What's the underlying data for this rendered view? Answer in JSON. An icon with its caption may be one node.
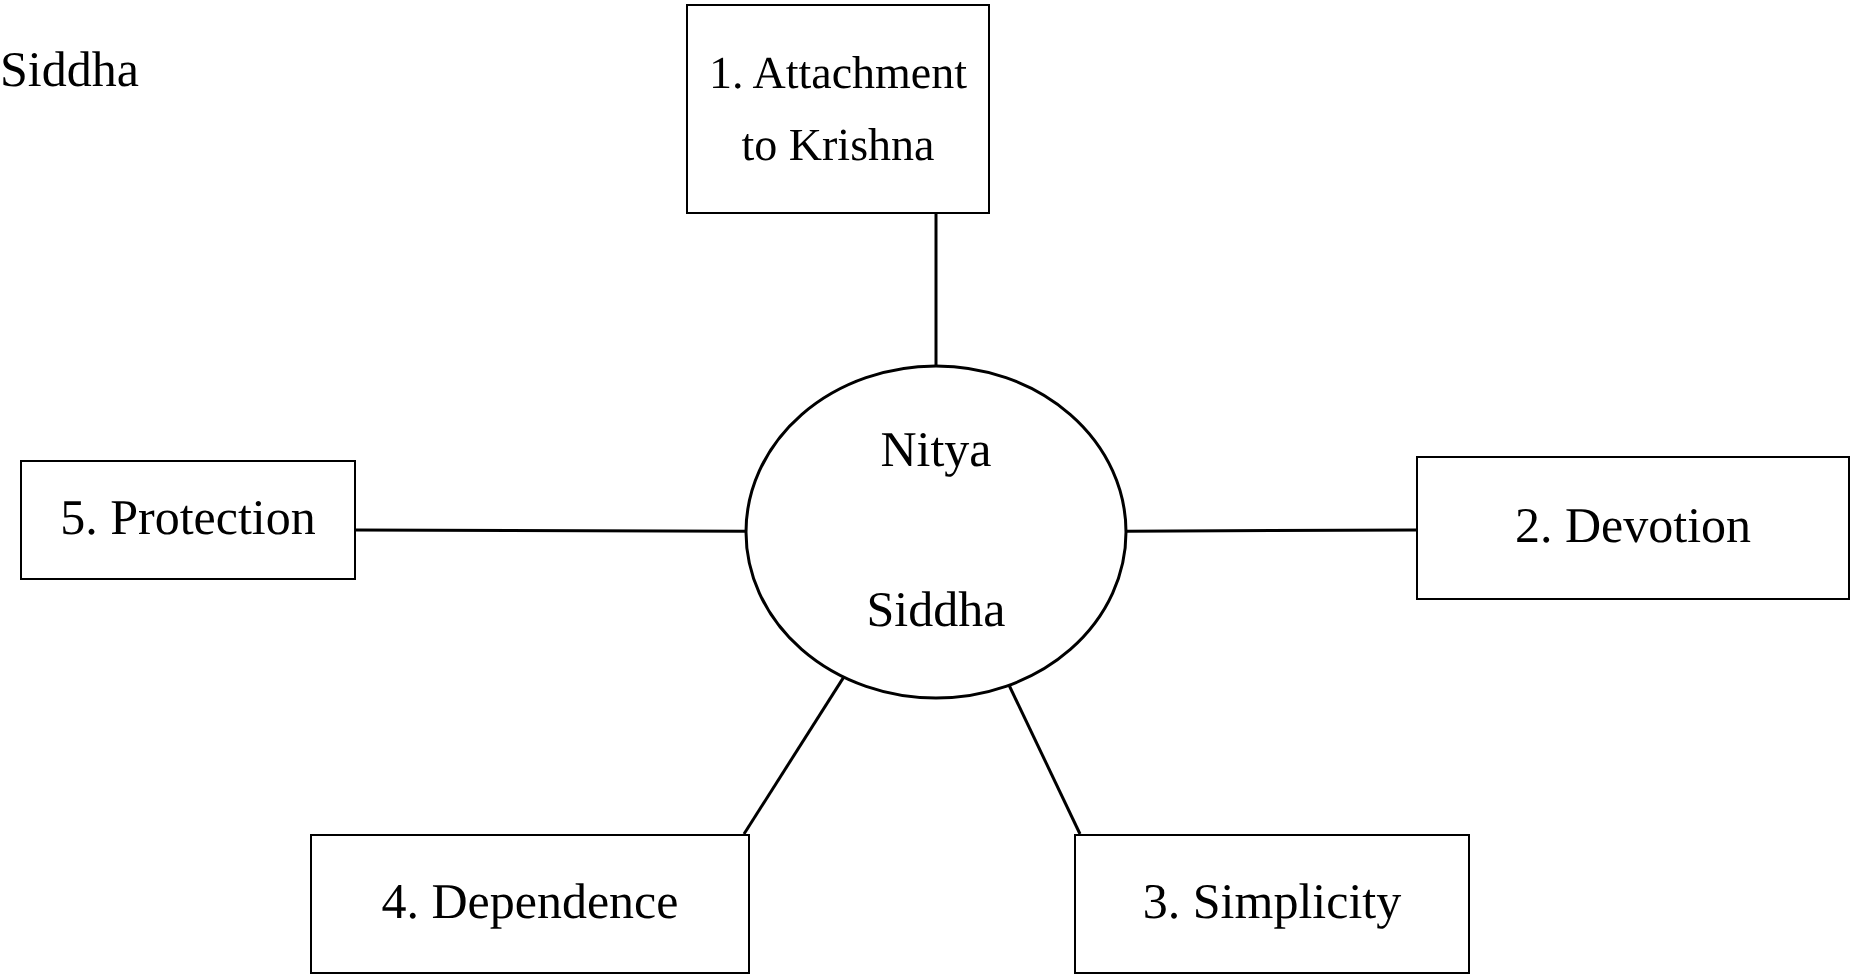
{
  "diagram": {
    "nodes": [
      {
        "text": [
          "1. Attachment to Krishna"
        ]
      },
      {
        "text": [
          "Nitya Siddha"
        ]
      },
      {
        "text": [
          "5. Protection"
        ]
      },
      {
        "text": [
          "2. Devotion"
        ]
      },
      {
        "text": [
          "4. Dependence"
        ]
      },
      {
        "text": [
          "3. Simplicity"
        ]
      }
    ],
    "edges": [
      {
        "from": 1,
        "to": 0,
        "arrow": "none"
      },
      {
        "from": 1,
        "to": 2,
        "arrow": "none"
      },
      {
        "from": 1,
        "to": 3,
        "arrow": "none"
      },
      {
        "from": 1,
        "to": 4,
        "arrow": "none"
      },
      {
        "from": 1,
        "to": 5,
        "arrow": "none"
      }
    ],
    "labels": [
      "Siddha"
    ]
  }
}
